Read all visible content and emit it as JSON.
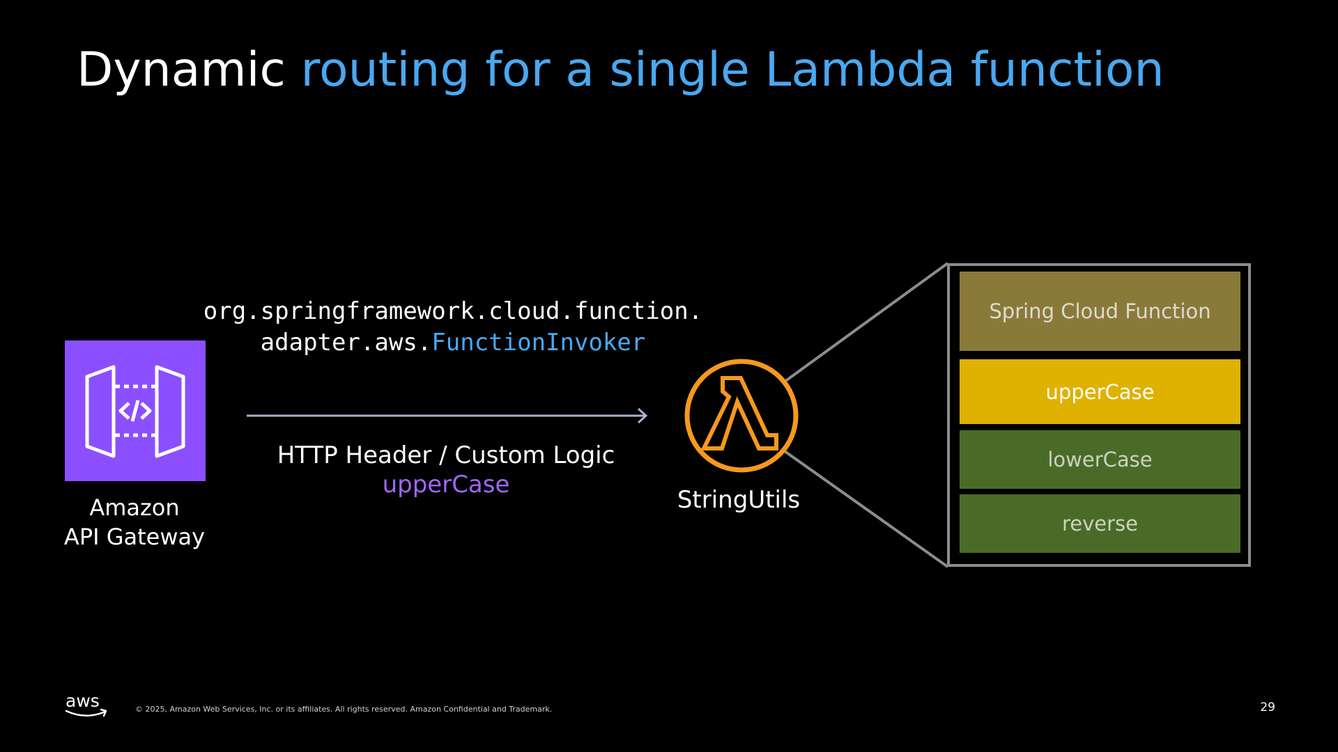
{
  "slide": {
    "title_plain": "Dynamic",
    "title_accent": "routing for a single Lambda function",
    "page_number": "29",
    "copyright": "© 2025, Amazon Web Services, Inc. or its affiliates. All rights reserved. Amazon Confidential and Trademark.",
    "logo_text": "aws"
  },
  "diagram": {
    "api_gateway": {
      "line1": "Amazon",
      "line2": "API Gateway",
      "icon": "api-gateway-icon"
    },
    "invoker": {
      "line1": "org.springframework.cloud.function.",
      "line2_plain": "adapter.aws.",
      "line2_accent": "FunctionInvoker"
    },
    "routing": {
      "label": "HTTP Header / Custom Logic",
      "function": "upperCase"
    },
    "lambda": {
      "label": "StringUtils",
      "icon": "lambda-icon"
    },
    "stack": [
      "Spring Cloud Function",
      "upperCase",
      "lowerCase",
      "reverse"
    ]
  },
  "colors": {
    "accent_blue": "#4aa8f0",
    "purple": "#8c4fff",
    "lambda_orange": "#f7981f",
    "spring_layer": "#8a7a3a",
    "selected_layer": "#dfb100",
    "function_layer": "#4a6b28"
  }
}
